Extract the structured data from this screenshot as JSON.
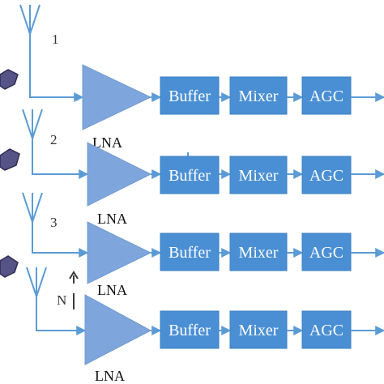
{
  "colors": {
    "wire": "#5b9bd5",
    "lna_fill": "#7ea6dc",
    "block_fill": "#4a8fd4",
    "block_text": "#ffffff",
    "source_icon": "#565487"
  },
  "chains": [
    {
      "antenna_label": "1",
      "lna_label": "LNA",
      "blocks": [
        "Buffer",
        "Mixer",
        "AGC"
      ]
    },
    {
      "antenna_label": "2",
      "lna_label": "LNA",
      "blocks": [
        "Buffer",
        "Mixer",
        "AGC"
      ]
    },
    {
      "antenna_label": "3",
      "lna_label": "LNA",
      "blocks": [
        "Buffer",
        "Mixer",
        "AGC"
      ]
    },
    {
      "antenna_label": "N",
      "lna_label": "LNA",
      "blocks": [
        "Buffer",
        "Mixer",
        "AGC"
      ]
    }
  ]
}
